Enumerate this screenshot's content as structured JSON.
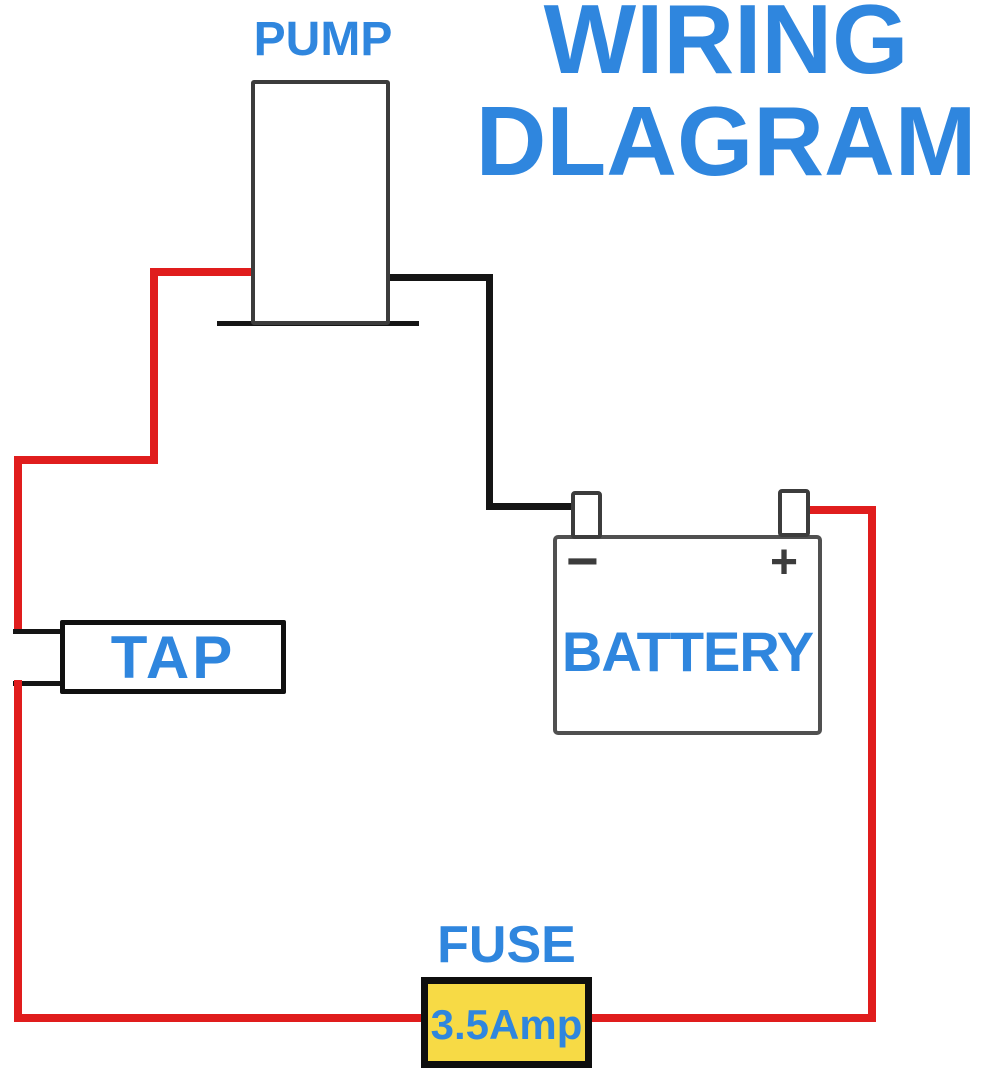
{
  "title": {
    "line1": "WIRING",
    "line2": "DLAGRAM"
  },
  "pump": {
    "label": "PUMP"
  },
  "tap": {
    "label": "TAP"
  },
  "battery": {
    "label": "BATTERY",
    "negative_symbol": "−",
    "positive_symbol": "+"
  },
  "fuse": {
    "label": "FUSE",
    "rating": "3.5Amp"
  },
  "colors": {
    "accent_blue": "#2f86de",
    "wire_red": "#e01d1d",
    "wire_black": "#151515",
    "outline_dark": "#3c3c3c",
    "fuse_yellow": "#f7da45"
  }
}
